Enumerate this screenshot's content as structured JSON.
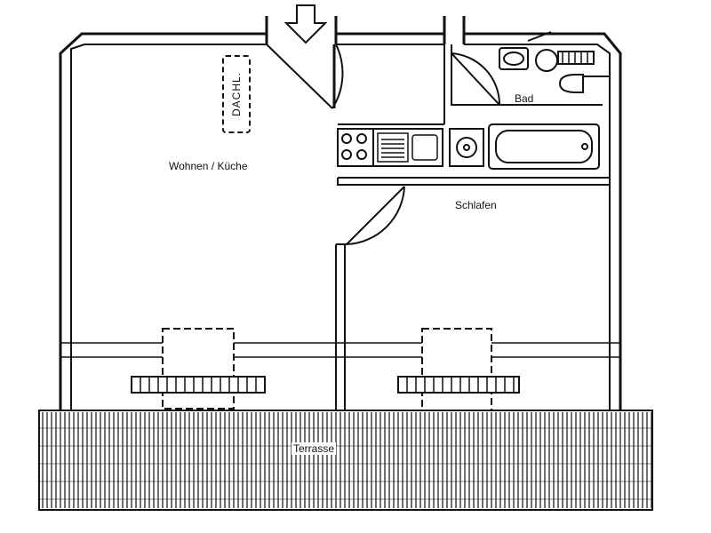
{
  "rooms": {
    "living_kitchen": "Wohnen / Küche",
    "bedroom": "Schlafen",
    "bath": "Bad",
    "terrace": "Terrasse",
    "dachl": "DACHL."
  },
  "colors": {
    "wall": "#111111",
    "paper": "#ffffff"
  },
  "icons": [
    "entrance-arrow-icon",
    "stove-icon",
    "sink-icon",
    "washing-machine-icon",
    "bathtub-icon",
    "washbasin-icon",
    "toilet-icon"
  ]
}
